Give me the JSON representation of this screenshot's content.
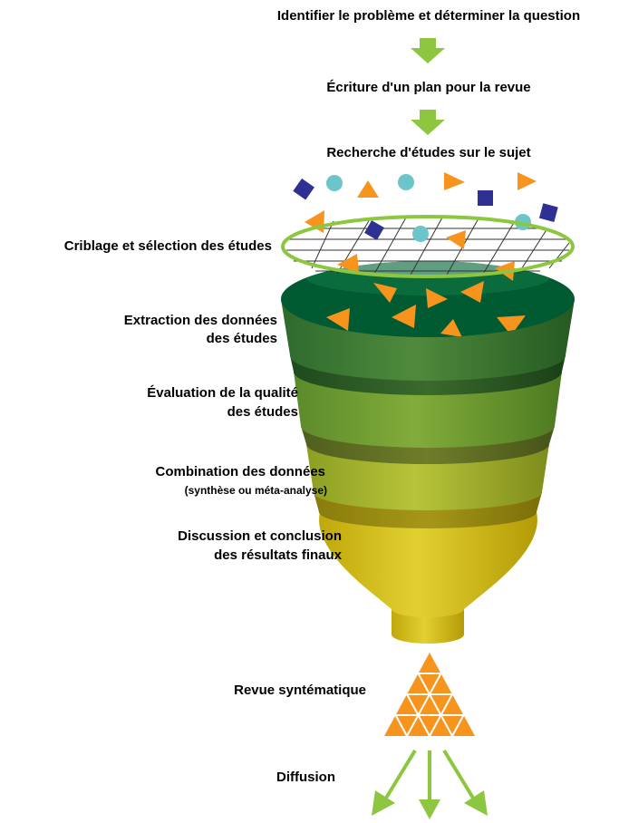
{
  "steps": {
    "identify": "Identifier le problème et déterminer la question",
    "plan": "Écriture d'un plan pour la revue",
    "search": "Recherche d'études sur le sujet",
    "screening": "Criblage et sélection des études",
    "extraction_line1": "Extraction des données",
    "extraction_line2": "des études",
    "quality_line1": "Évaluation de la qualité",
    "quality_line2": "des études",
    "combination_line1": "Combination des données",
    "combination_line2": "(synthèse ou méta-analyse)",
    "discussion_line1": "Discussion et conclusion",
    "discussion_line2": "des résultats finaux",
    "review": "Revue syntématique",
    "diffusion": "Diffusion"
  },
  "colors": {
    "arrow_green": "#8dc63f",
    "funnel_top": "#005a32",
    "funnel_band1": "#2e6b2a",
    "funnel_band2": "#5e8a25",
    "funnel_band3": "#9aa51c",
    "funnel_band4": "#c9b60a",
    "ring_green": "#8dc63f",
    "triangle_orange": "#f7941d",
    "circle_teal": "#6cc5c8",
    "square_navy": "#2e3192"
  }
}
